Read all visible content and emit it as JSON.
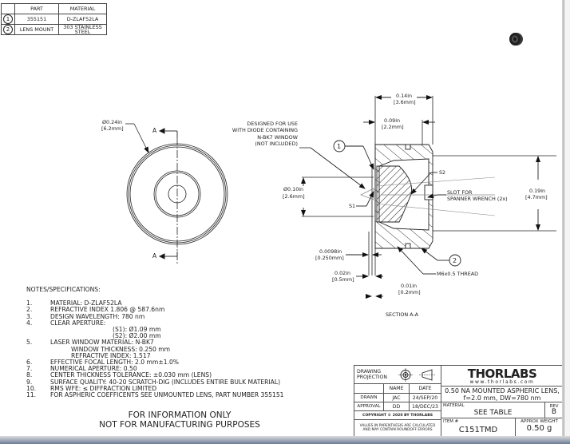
{
  "bom": {
    "headers": [
      "",
      "PART",
      "MATERIAL"
    ],
    "rows": [
      {
        "item": "1",
        "part": "355151",
        "material": "D-ZLAF52LA"
      },
      {
        "item": "2",
        "part": "LENS MOUNT",
        "material": "303 STAINLESS STEEL"
      }
    ]
  },
  "front_view": {
    "dim_diameter": "Ø0.24in",
    "dim_diameter_mm": "[6.2mm]",
    "section_mark": "A"
  },
  "section_view": {
    "callout_window": [
      "DESIGNED FOR USE",
      "WITH DIODE CONTAINING",
      "N-BK7 WINDOW",
      "(NOT INCLUDED)"
    ],
    "balloon_1": "1",
    "balloon_2": "2",
    "dim_overall_len": "0.14in",
    "dim_overall_len_mm": "[3.6mm]",
    "dim_inner_len": "0.09in",
    "dim_inner_len_mm": "[2.2mm]",
    "dim_aperture": "Ø0.10in",
    "dim_aperture_mm": "[2.6mm]",
    "dim_height": "0.19in",
    "dim_height_mm": "[4.7mm]",
    "label_s1": "S1",
    "label_s2": "S2",
    "slot_note": [
      "SLOT FOR",
      "SPANNER WRENCH (2x)"
    ],
    "thread_note": "M6x0.5 THREAD",
    "dim_window_thick": "0.0098in",
    "dim_window_thick_mm": "[0.250mm]",
    "dim_gap1": "0.02in",
    "dim_gap1_mm": "[0.5mm]",
    "dim_gap2": "0.01in",
    "dim_gap2_mm": "[0.2mm]",
    "section_title": "SECTION A-A"
  },
  "notes": {
    "title": "NOTES/SPECIFICATIONS:",
    "items": [
      {
        "num": "1.",
        "text": "MATERIAL: D-ZLAF52LA"
      },
      {
        "num": "2.",
        "text": "REFRACTIVE INDEX 1.806 @ 587.6nm"
      },
      {
        "num": "3.",
        "text": "DESIGN WAVELENGTH: 780 nm"
      },
      {
        "num": "4.",
        "text": "CLEAR APERTURE:"
      },
      {
        "num": "",
        "text": "(S1): Ø1.09 mm",
        "indent": 2
      },
      {
        "num": "",
        "text": "(S2): Ø2.00 mm",
        "indent": 2
      },
      {
        "num": "5.",
        "text": "LASER WINDOW MATERIAL: N-BK7"
      },
      {
        "num": "",
        "text": "WINDOW THICKNESS: 0.250 mm",
        "indent": 1
      },
      {
        "num": "",
        "text": "REFRACTIVE INDEX: 1.517",
        "indent": 1
      },
      {
        "num": "6.",
        "text": "EFFECTIVE FOCAL LENGTH: 2.0 mm±1.0%"
      },
      {
        "num": "7.",
        "text": "NUMERICAL APERTURE: 0.50"
      },
      {
        "num": "8.",
        "text": "CENTER THICKNESS TOLERANCE: ±0.030 mm (LENS)"
      },
      {
        "num": "9.",
        "text": "SURFACE QUALITY: 40-20 SCRATCH-DIG (INCLUDES ENTIRE BULK MATERIAL)"
      },
      {
        "num": "10.",
        "text": "RMS WFE: ≤ DIFFRACTION LIMITED"
      },
      {
        "num": "11.",
        "text": "FOR ASPHERIC COEFFICENTS SEE UNMOUNTED LENS, PART NUMBER 355151"
      }
    ]
  },
  "disclaimer": [
    "FOR INFORMATION ONLY",
    "NOT FOR MANUFACTURING PURPOSES"
  ],
  "title_block": {
    "projection_label": [
      "DRAWING",
      "PROJECTION"
    ],
    "col_name": "NAME",
    "col_date": "DATE",
    "drawn_label": "DRAWN",
    "drawn_name": "JAC",
    "drawn_date": "24/SEP/20",
    "approval_label": "APPROVAL",
    "approval_name": "DD",
    "approval_date": "18/DEC/23",
    "copyright": "COPYRIGHT © 2020 BY THORLABS",
    "values_note": [
      "VALUES IN PARENTHESIS ARE CALCULATED",
      "AND MAY CONTAIN ROUNDOFF ERRORS"
    ],
    "logo": "THORLABS",
    "website": "www.thorlabs.com",
    "description": [
      "0.50 NA MOUNTED ASPHERIC LENS,",
      "f=2.0 mm, DW=780 nm"
    ],
    "material_label": "MATERIAL",
    "material_value": "SEE TABLE",
    "rev_label": "REV",
    "rev_value": "B",
    "item_label": "ITEM #",
    "item_value": "C151TMD",
    "weight_label": "APPROX WEIGHT",
    "weight_value": "0.50 g"
  }
}
